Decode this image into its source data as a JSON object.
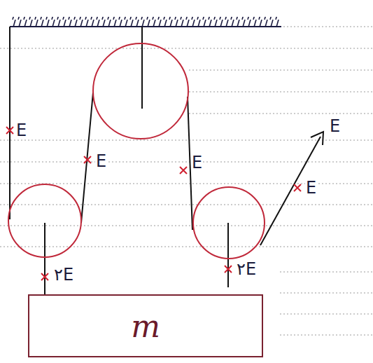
{
  "diagram": {
    "nodes": [
      {
        "text": [
          "m"
        ]
      }
    ],
    "labels": [
      "E",
      "E",
      "E",
      "E",
      "E",
      "۲E",
      "۲E"
    ]
  }
}
